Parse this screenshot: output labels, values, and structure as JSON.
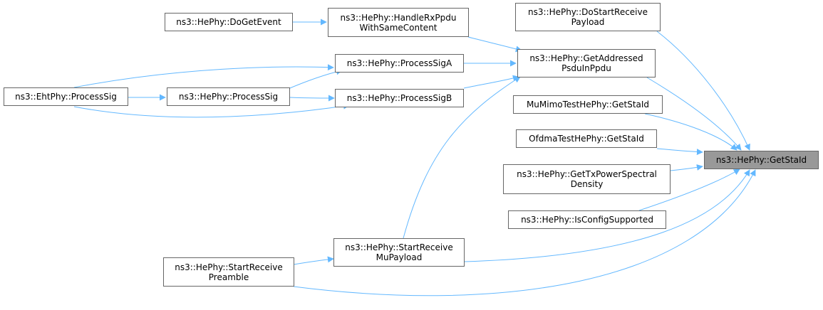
{
  "diagram": {
    "edge_color": "#63b8ff",
    "node_border_color": "#666666",
    "focus_fill_color": "#999999",
    "nodes": {
      "getstaid": {
        "lines": [
          "ns3::HePhy::GetStaId"
        ]
      },
      "dostartreceivepayload": {
        "lines": [
          "ns3::HePhy::DoStartReceive",
          "Payload"
        ]
      },
      "getaddressedpsduinppdu": {
        "lines": [
          "ns3::HePhy::GetAddressed",
          "PsduInPpdu"
        ]
      },
      "mumimo_getstaid": {
        "lines": [
          "MuMimoTestHePhy::GetStaId"
        ]
      },
      "ofdma_getstaid": {
        "lines": [
          "OfdmaTestHePhy::GetStaId"
        ]
      },
      "gettxpowerspectraldensity": {
        "lines": [
          "ns3::HePhy::GetTxPowerSpectral",
          "Density"
        ]
      },
      "isconfigsupported": {
        "lines": [
          "ns3::HePhy::IsConfigSupported"
        ]
      },
      "startreceivemupayload": {
        "lines": [
          "ns3::HePhy::StartReceive",
          "MuPayload"
        ]
      },
      "startreceivepreamble": {
        "lines": [
          "ns3::HePhy::StartReceive",
          "Preamble"
        ]
      },
      "handlerxppduwithsamecontent": {
        "lines": [
          "ns3::HePhy::HandleRxPpdu",
          "WithSameContent"
        ]
      },
      "dogetevent": {
        "lines": [
          "ns3::HePhy::DoGetEvent"
        ]
      },
      "processsiga": {
        "lines": [
          "ns3::HePhy::ProcessSigA"
        ]
      },
      "processsigb": {
        "lines": [
          "ns3::HePhy::ProcessSigB"
        ]
      },
      "processsig": {
        "lines": [
          "ns3::HePhy::ProcessSig"
        ]
      },
      "ehtphy_processsig": {
        "lines": [
          "ns3::EhtPhy::ProcessSig"
        ]
      }
    },
    "edges": [
      {
        "from": "dostartreceivepayload",
        "to": "getstaid"
      },
      {
        "from": "getaddressedpsduinppdu",
        "to": "getstaid"
      },
      {
        "from": "mumimo_getstaid",
        "to": "getstaid"
      },
      {
        "from": "ofdma_getstaid",
        "to": "getstaid"
      },
      {
        "from": "gettxpowerspectraldensity",
        "to": "getstaid"
      },
      {
        "from": "isconfigsupported",
        "to": "getstaid"
      },
      {
        "from": "startreceivemupayload",
        "to": "getstaid"
      },
      {
        "from": "startreceivepreamble",
        "to": "getstaid"
      },
      {
        "from": "handlerxppduwithsamecontent",
        "to": "getaddressedpsduinppdu"
      },
      {
        "from": "processsiga",
        "to": "getaddressedpsduinppdu"
      },
      {
        "from": "processsigb",
        "to": "getaddressedpsduinppdu"
      },
      {
        "from": "startreceivemupayload",
        "to": "getaddressedpsduinppdu"
      },
      {
        "from": "dogetevent",
        "to": "handlerxppduwithsamecontent"
      },
      {
        "from": "processsig",
        "to": "processsiga"
      },
      {
        "from": "ehtphy_processsig",
        "to": "processsiga"
      },
      {
        "from": "processsig",
        "to": "processsigb"
      },
      {
        "from": "ehtphy_processsig",
        "to": "processsigb"
      },
      {
        "from": "ehtphy_processsig",
        "to": "processsig"
      },
      {
        "from": "startreceivepreamble",
        "to": "startreceivemupayload"
      }
    ]
  }
}
